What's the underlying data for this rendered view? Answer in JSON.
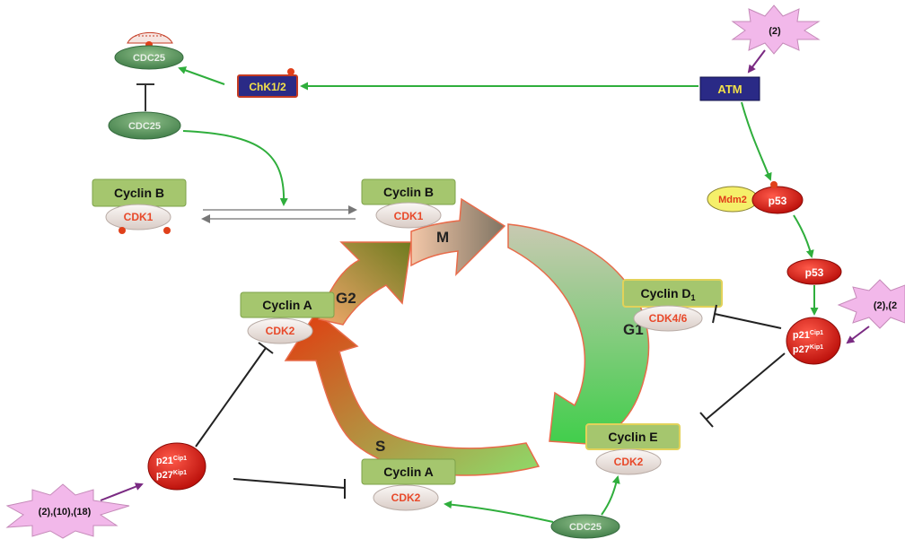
{
  "phases": {
    "m": "M",
    "g1": "G1",
    "s": "S",
    "g2": "G2"
  },
  "complexes": {
    "cyclin_b_left": {
      "cyclin": "Cyclin B",
      "cdk": "CDK1"
    },
    "cyclin_b_top": {
      "cyclin": "Cyclin B",
      "cdk": "CDK1"
    },
    "cyclin_a_g2": {
      "cyclin": "Cyclin A",
      "cdk": "CDK2"
    },
    "cyclin_d": {
      "cyclin": "Cyclin D",
      "sub": "1",
      "cdk": "CDK4/6"
    },
    "cyclin_e": {
      "cyclin": "Cyclin E",
      "cdk": "CDK2"
    },
    "cyclin_a_s": {
      "cyclin": "Cyclin A",
      "cdk": "CDK2"
    }
  },
  "proteins": {
    "atm": "ATM",
    "chk": "ChK1/2",
    "cdc25_phospho": "CDC25",
    "cdc25_active": "CDC25",
    "cdc25_bottom": "CDC25",
    "mdm2": "Mdm2",
    "p53_bound": "p53",
    "p53_free": "p53"
  },
  "inhibitors": {
    "right": {
      "p21": "p21",
      "p21_sup": "Cip1",
      "p27": "p27",
      "p27_sup": "Kip1"
    },
    "left": {
      "p21": "p21",
      "p21_sup": "Cip1",
      "p27": "p27",
      "p27_sup": "Kip1"
    }
  },
  "references": {
    "top": "(2)",
    "right": "(2),(2",
    "bottom_left": "(2),(10),(18)"
  },
  "colors": {
    "cyclin_box": "#a5c66e",
    "cdk_oval": "#ece6e3",
    "cdk_text": "#e8492a",
    "activation_arrow": "#2fae3c",
    "inhibition_line": "#222222",
    "protein_red": "#d81c14",
    "atm_box": "#2a2a86",
    "burst": "#f2b8ea"
  }
}
